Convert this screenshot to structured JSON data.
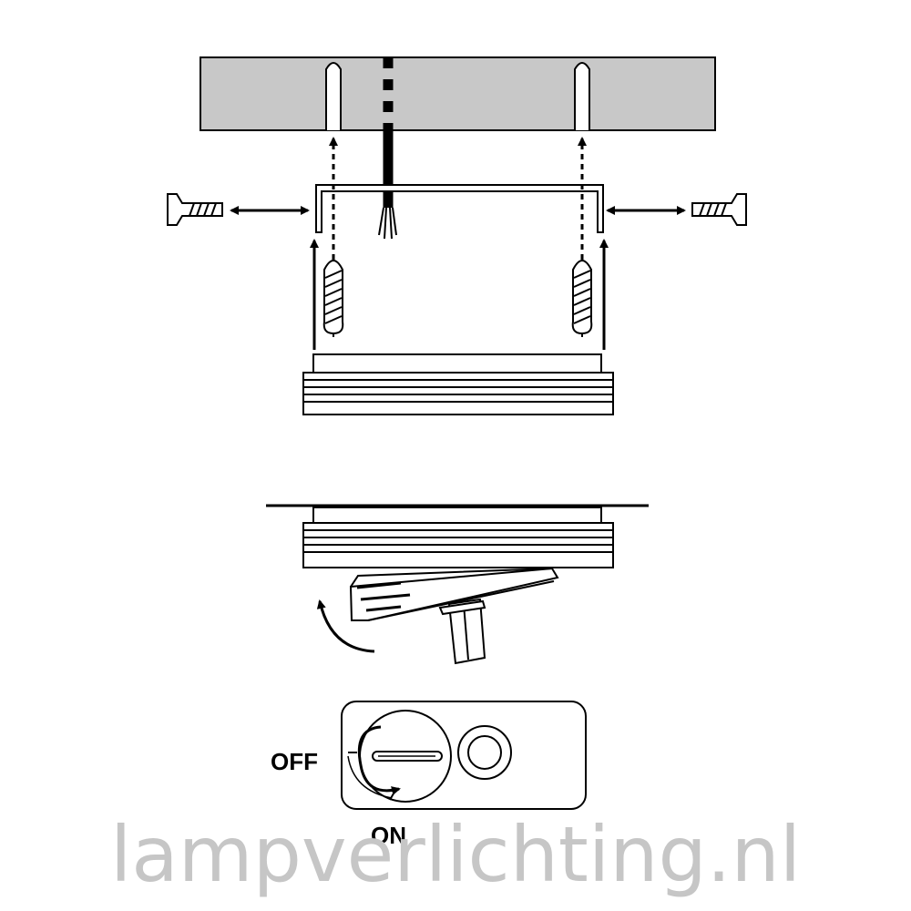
{
  "labels": {
    "off": "OFF",
    "on": "ON"
  },
  "watermark": "lampverlichting.nl",
  "colors": {
    "ceiling": "#c8c8c8",
    "stroke": "#000000",
    "watermark": "#c6c6c6"
  },
  "icons": [
    "ceiling-icon",
    "wall-plug-icon",
    "screw-icon",
    "mounting-bracket-icon",
    "power-cable-icon",
    "rotate-arrow-icon",
    "track-adapter-icon",
    "rotary-switch-icon"
  ]
}
